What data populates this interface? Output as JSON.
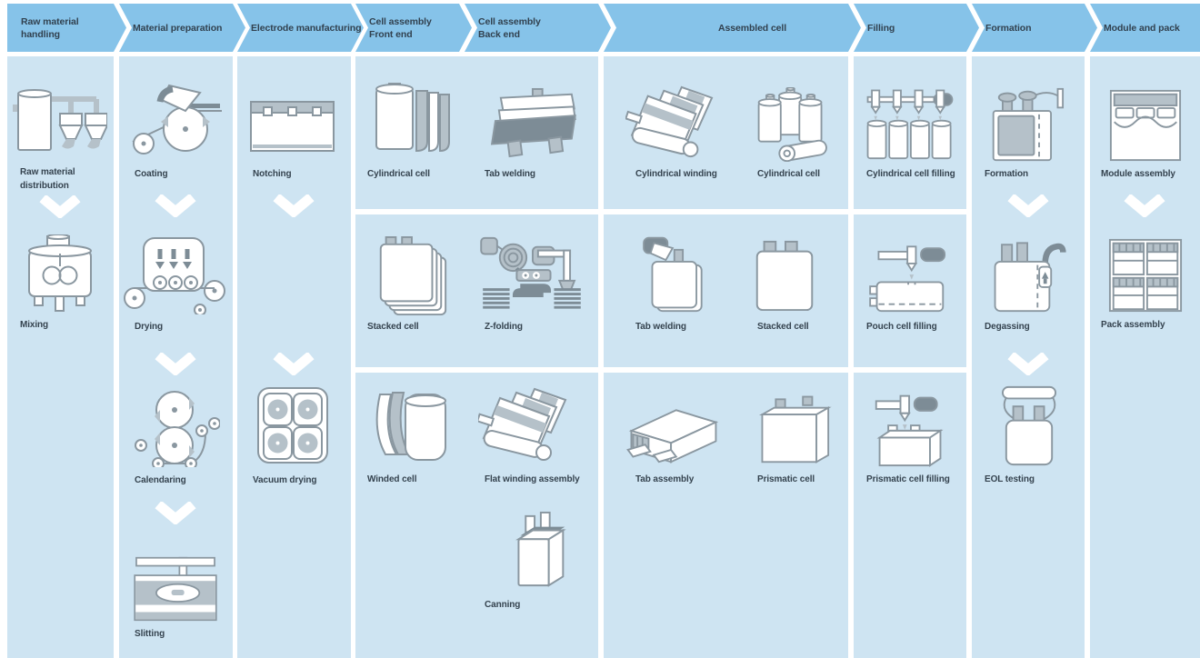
{
  "header": {
    "stages": [
      {
        "line1": "Raw material",
        "line2": "handling"
      },
      {
        "line1": "Material preparation",
        "line2": ""
      },
      {
        "line1": "Electrode manufacturing",
        "line2": ""
      },
      {
        "line1": "Cell assembly",
        "line2": "Front end"
      },
      {
        "line1": "Cell assembly",
        "line2": "Back end"
      },
      {
        "line1": "Assembled cell",
        "line2": ""
      },
      {
        "line1": "Filling",
        "line2": ""
      },
      {
        "line1": "Formation",
        "line2": ""
      },
      {
        "line1": "Module and pack",
        "line2": ""
      }
    ]
  },
  "columns": {
    "raw_material_handling": {
      "steps": [
        {
          "label": "Raw material distribution"
        },
        {
          "label": "Mixing"
        }
      ]
    },
    "material_preparation": {
      "steps": [
        {
          "label": "Coating"
        },
        {
          "label": "Drying"
        },
        {
          "label": "Calendaring"
        },
        {
          "label": "Slitting"
        }
      ]
    },
    "electrode_manufacturing": {
      "steps": [
        {
          "label": "Notching"
        },
        {
          "label": "Vacuum drying"
        }
      ]
    },
    "cell_assembly": {
      "rows": [
        {
          "front": {
            "label": "Cylindrical cell"
          },
          "back": {
            "label": "Tab welding"
          }
        },
        {
          "front": {
            "label": "Stacked cell"
          },
          "back": {
            "label": "Z-folding"
          }
        },
        {
          "front": {
            "label": "Winded cell"
          },
          "back": {
            "label": "Flat winding assembly"
          },
          "back2": {
            "label": "Canning"
          }
        }
      ]
    },
    "assembled_cell": {
      "rows": [
        {
          "left": {
            "label": "Cylindrical winding"
          },
          "right": {
            "label": "Cylindrical cell"
          }
        },
        {
          "left": {
            "label": "Tab welding"
          },
          "right": {
            "label": "Stacked cell"
          }
        },
        {
          "left": {
            "label": "Tab assembly"
          },
          "right": {
            "label": "Prismatic cell"
          }
        }
      ]
    },
    "filling": {
      "steps": [
        {
          "label": "Cylindrical cell filling"
        },
        {
          "label": "Pouch cell filling"
        },
        {
          "label": "Prismatic cell filling"
        }
      ]
    },
    "formation": {
      "steps": [
        {
          "label": "Formation"
        },
        {
          "label": "Degassing"
        },
        {
          "label": "EOL testing"
        }
      ]
    },
    "module_and_pack": {
      "steps": [
        {
          "label": "Module assembly"
        },
        {
          "label": "Pack assembly"
        }
      ]
    }
  },
  "colors": {
    "header_blue": "#86C3E9",
    "panel_blue": "#CEE4F2",
    "icon_stroke": "#8A97A0",
    "icon_gray_fill": "#B5C1C9",
    "icon_dark_fill": "#7D8C96",
    "text": "#35434F",
    "arrow_white": "#FFFFFF"
  }
}
